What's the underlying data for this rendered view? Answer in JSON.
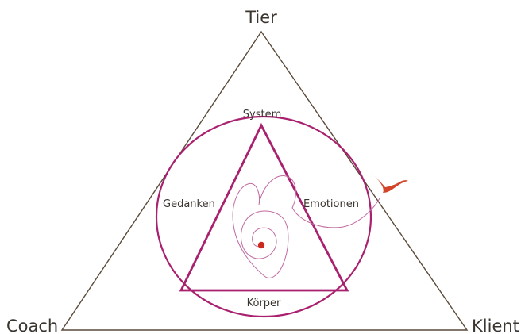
{
  "corners": {
    "top": "Tier",
    "left": "Coach",
    "right": "Klient"
  },
  "inner": {
    "top": "System",
    "left": "Gedanken",
    "right": "Emotionen",
    "bottom": "Körper"
  },
  "colors": {
    "outer_line": "#5a4a3a",
    "inner_line": "#a8206e",
    "spiral": "#c06aa0",
    "bird": "#d2452a",
    "dot": "#cc2a1e",
    "text": "#3b3530"
  },
  "icons": {
    "bird": "bird-icon",
    "center": "dot-icon"
  }
}
